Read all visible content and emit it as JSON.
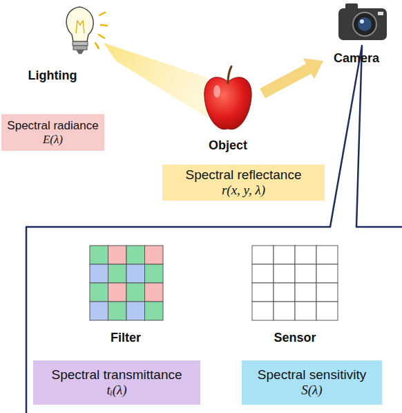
{
  "diagram": {
    "nodes": [
      {
        "text": [
          "Lighting",
          "Spectral radiance",
          "E(λ)"
        ]
      },
      {
        "text": [
          "Object",
          "Spectral reflectance",
          "r(x, y, λ)"
        ]
      },
      {
        "text": [
          "Camera"
        ]
      },
      {
        "text": [
          "Filter",
          "Spectral transmittance",
          "tᵢ(λ)"
        ],
        "in": 2
      },
      {
        "text": [
          "Sensor",
          "Spectral sensitivity",
          "S(λ)"
        ],
        "in": 2
      }
    ],
    "edges": [
      {
        "from": 1,
        "to": 2,
        "arrow": "to"
      }
    ]
  }
}
